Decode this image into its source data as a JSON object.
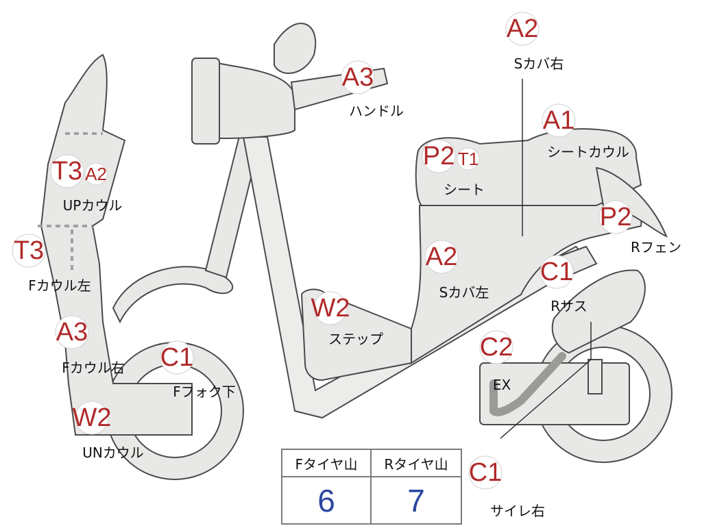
{
  "parts": [
    {
      "grade": "T3",
      "grade2": "A2",
      "label": "UPカウル"
    },
    {
      "grade": "T3",
      "label": "Fカウル左"
    },
    {
      "grade": "A3",
      "label": "Fカウル右"
    },
    {
      "grade": "W2",
      "label": "UNカウル"
    },
    {
      "grade": "C1",
      "label": "Fフォク下"
    },
    {
      "grade": "A3",
      "label": "ハンドル"
    },
    {
      "grade": "W2",
      "label": "ステップ"
    },
    {
      "grade": "A2",
      "label": "Sカバ左"
    },
    {
      "grade": "P2",
      "grade2": "T1",
      "label": "シート"
    },
    {
      "grade": "A2",
      "label": "Sカバ右"
    },
    {
      "grade": "A1",
      "label": "シートカウル"
    },
    {
      "grade": "P2",
      "label": "Rフェン"
    },
    {
      "grade": "C1",
      "label": "Rサス"
    },
    {
      "grade": "C2",
      "label": "EX"
    },
    {
      "grade": "C1",
      "label": "サイレ右"
    }
  ],
  "tire_table": {
    "headers": [
      "Fタイヤ山",
      "Rタイヤ山"
    ],
    "values": [
      "6",
      "7"
    ]
  },
  "colors": {
    "grade_text": "#b02a2a",
    "tire_value": "#2a47a0",
    "part_fill": "#e8e8e6",
    "part_outline": "#4a4a4a"
  }
}
